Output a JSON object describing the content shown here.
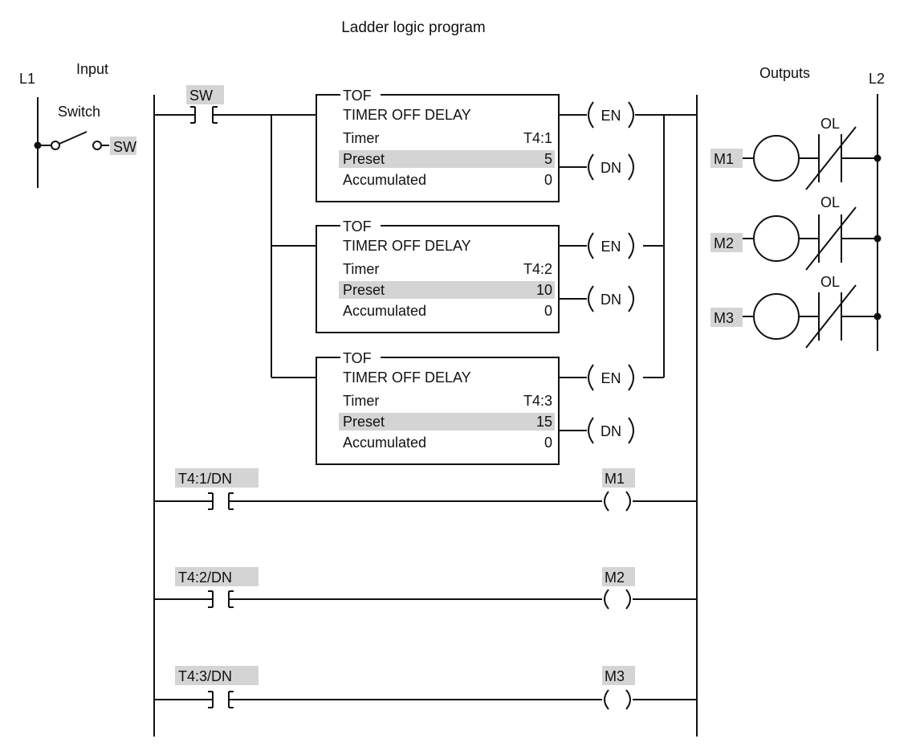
{
  "title": "Ladder logic program",
  "colors": {
    "ink": "#111111",
    "highlight": "#d4d4d4",
    "background": "#ffffff"
  },
  "input": {
    "heading": "Input",
    "rail_label": "L1",
    "switch_label": "Switch",
    "switch_tag": "SW"
  },
  "outputs": {
    "heading": "Outputs",
    "rail_label": "L2",
    "loads": [
      {
        "tag": "M1",
        "overload_label": "OL"
      },
      {
        "tag": "M2",
        "overload_label": "OL"
      },
      {
        "tag": "M3",
        "overload_label": "OL"
      }
    ]
  },
  "rung1": {
    "contact_tag": "SW",
    "timers": [
      {
        "type": "TOF",
        "name": "TIMER OFF DELAY",
        "timer_label": "Timer",
        "timer": "T4:1",
        "preset_label": "Preset",
        "preset": "5",
        "accum_label": "Accumulated",
        "accumulated": "0",
        "en": "EN",
        "dn": "DN"
      },
      {
        "type": "TOF",
        "name": "TIMER OFF DELAY",
        "timer_label": "Timer",
        "timer": "T4:2",
        "preset_label": "Preset",
        "preset": "10",
        "accum_label": "Accumulated",
        "accumulated": "0",
        "en": "EN",
        "dn": "DN"
      },
      {
        "type": "TOF",
        "name": "TIMER OFF DELAY",
        "timer_label": "Timer",
        "timer": "T4:3",
        "preset_label": "Preset",
        "preset": "15",
        "accum_label": "Accumulated",
        "accumulated": "0",
        "en": "EN",
        "dn": "DN"
      }
    ]
  },
  "output_rungs": [
    {
      "contact_tag": "T4:1/DN",
      "coil_tag": "M1"
    },
    {
      "contact_tag": "T4:2/DN",
      "coil_tag": "M2"
    },
    {
      "contact_tag": "T4:3/DN",
      "coil_tag": "M3"
    }
  ]
}
